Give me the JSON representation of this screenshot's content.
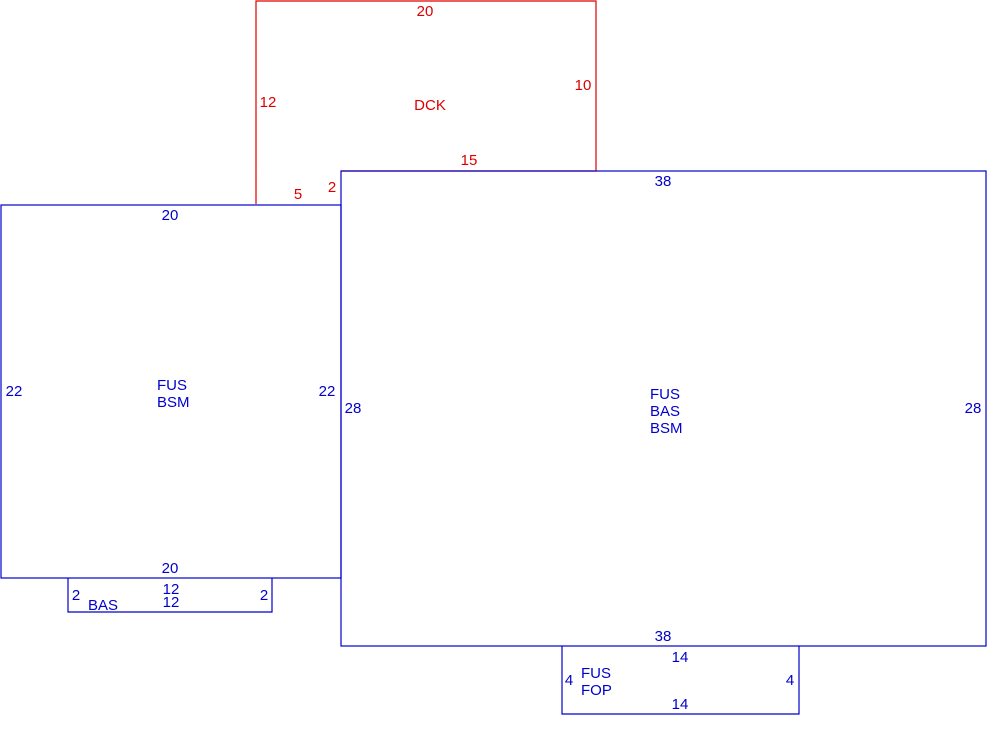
{
  "colors": {
    "main": "#0000cc",
    "deck": "#dd0000",
    "background": "#ffffff"
  },
  "deck": {
    "code": "DCK",
    "dims": {
      "top": "20",
      "left": "12",
      "right": "10",
      "bottom": "15",
      "step_a": "5",
      "step_b": "2"
    }
  },
  "left_wing": {
    "codes": [
      "FUS",
      "BSM"
    ],
    "dims": {
      "top": "20",
      "bottom": "20",
      "left": "22",
      "right": "22"
    }
  },
  "main_body": {
    "codes": [
      "FUS",
      "BAS",
      "BSM"
    ],
    "dims": {
      "top": "38",
      "bottom": "38",
      "left": "28",
      "right": "28"
    }
  },
  "bay": {
    "code": "BAS",
    "dims": {
      "top": "12",
      "bottom": "12",
      "left": "2",
      "right": "2"
    }
  },
  "porch": {
    "codes": [
      "FUS",
      "FOP"
    ],
    "dims": {
      "top": "14",
      "bottom": "14",
      "left": "4",
      "right": "4"
    }
  }
}
